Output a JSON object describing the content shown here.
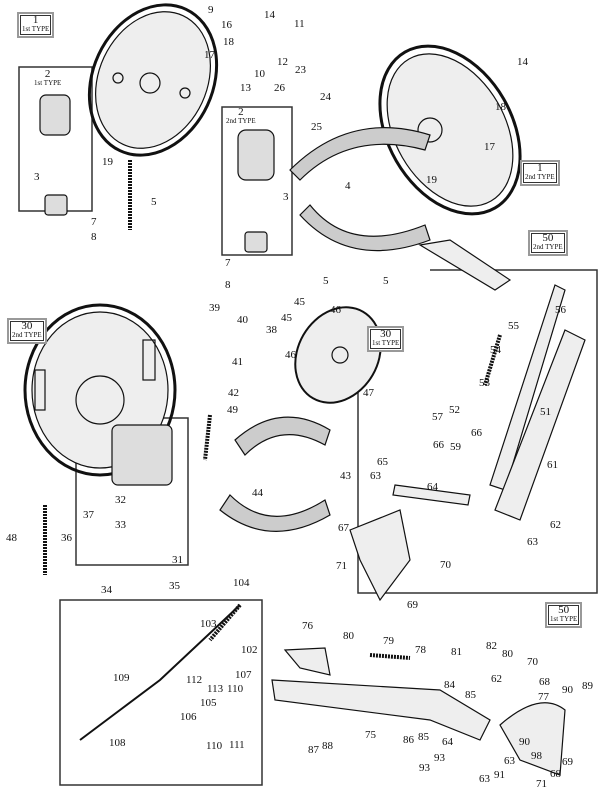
{
  "title_boxes": [
    {
      "number": "1",
      "type": "1st TYPE"
    },
    {
      "number": "1",
      "type": "2nd TYPE"
    },
    {
      "number": "50",
      "type": "2nd TYPE"
    },
    {
      "number": "30",
      "type": "2nd TYPE"
    },
    {
      "number": "30",
      "type": "1st TYPE"
    },
    {
      "number": "50",
      "type": "1st TYPE"
    }
  ],
  "sub_labels": [
    {
      "number": "2",
      "type": "1st TYPE"
    },
    {
      "number": "2",
      "type": "2nd TYPE"
    }
  ],
  "callouts": [
    "9",
    "16",
    "14",
    "11",
    "18",
    "17",
    "12",
    "10",
    "13",
    "3",
    "19",
    "5",
    "7",
    "8",
    "23",
    "26",
    "24",
    "25",
    "3",
    "7",
    "8",
    "4",
    "5",
    "5",
    "14",
    "18",
    "17",
    "19",
    "39",
    "40",
    "38",
    "41",
    "42",
    "45",
    "46",
    "45",
    "46",
    "47",
    "49",
    "43",
    "44",
    "56",
    "55",
    "54",
    "53",
    "52",
    "57",
    "51",
    "66",
    "66",
    "59",
    "65",
    "63",
    "64",
    "61",
    "62",
    "63",
    "67",
    "70",
    "71",
    "69",
    "48",
    "36",
    "37",
    "32",
    "33",
    "31",
    "35",
    "34",
    "104",
    "103",
    "102",
    "107",
    "109",
    "105",
    "112",
    "113",
    "110",
    "106",
    "108",
    "110",
    "111",
    "76",
    "80",
    "79",
    "78",
    "81",
    "82",
    "80",
    "84",
    "85",
    "62",
    "70",
    "68",
    "77",
    "90",
    "89",
    "75",
    "87",
    "88",
    "86",
    "85",
    "64",
    "90",
    "93",
    "98",
    "63",
    "93",
    "91",
    "63",
    "68",
    "71",
    "69"
  ],
  "colors": {
    "ink": "#111111",
    "frame": "#333333",
    "box_border": "#999999"
  }
}
